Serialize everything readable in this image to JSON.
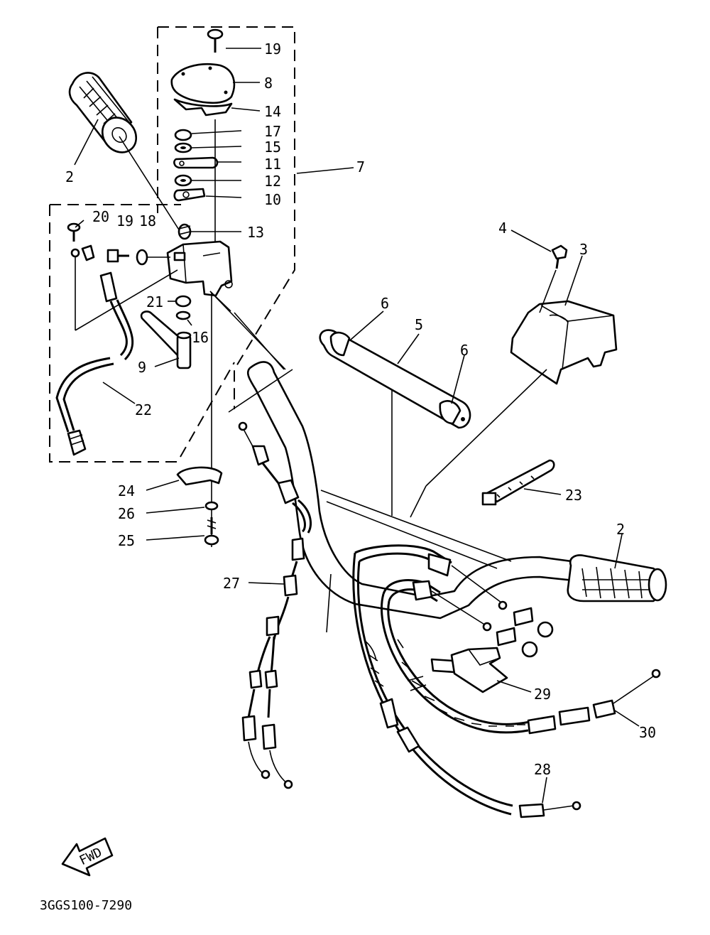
{
  "figure_code": "3GGS100-7290",
  "fwd_label": "FWD",
  "parts": {
    "p2a": "2",
    "p2b": "2",
    "p3": "3",
    "p4": "4",
    "p5": "5",
    "p6a": "6",
    "p6b": "6",
    "p7": "7",
    "p8": "8",
    "p9": "9",
    "p10": "10",
    "p11": "11",
    "p12": "12",
    "p13": "13",
    "p14": "14",
    "p15": "15",
    "p16": "16",
    "p17": "17",
    "p18": "18",
    "p19a": "19",
    "p19b": "19",
    "p20": "20",
    "p21": "21",
    "p22": "22",
    "p23": "23",
    "p24": "24",
    "p25": "25",
    "p26": "26",
    "p27": "27",
    "p28": "28",
    "p29": "29",
    "p30": "30"
  }
}
